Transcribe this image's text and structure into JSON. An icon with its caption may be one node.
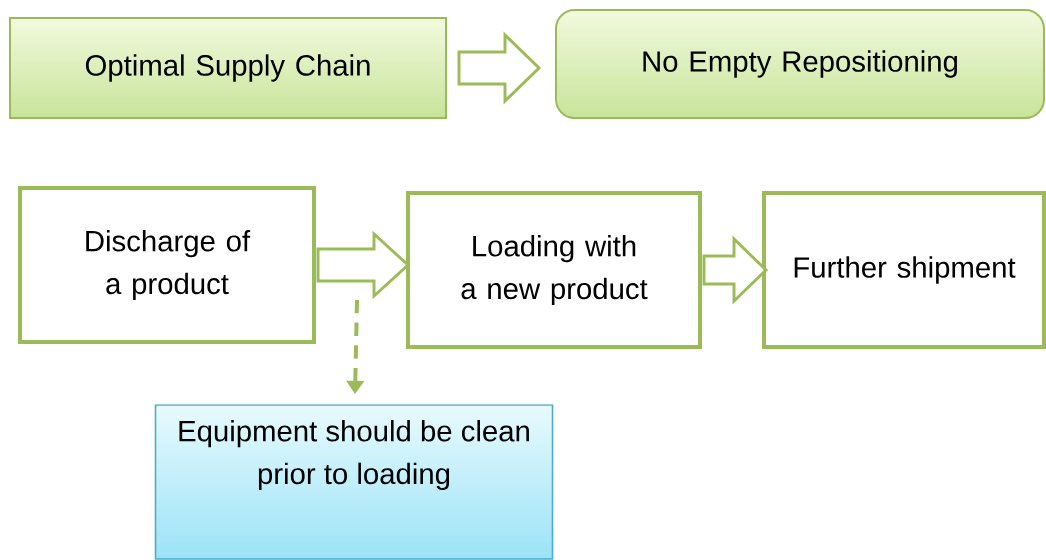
{
  "diagram": {
    "nodes": [
      {
        "text": [
          "Optimal Supply Chain"
        ]
      },
      {
        "text": [
          "No Empty Repositioning"
        ]
      },
      {
        "text": [
          "Discharge of a product"
        ]
      },
      {
        "text": [
          "Loading with a new product"
        ]
      },
      {
        "text": [
          "Further shipment"
        ]
      },
      {
        "text": [
          "Equipment should be clean prior to loading"
        ]
      }
    ],
    "edges": [
      {
        "from": 0,
        "to": 1,
        "arrow": "to"
      },
      {
        "from": 2,
        "to": 3,
        "arrow": "to"
      },
      {
        "from": 3,
        "to": 4,
        "arrow": "to"
      },
      {
        "from": 2,
        "to": 5,
        "arrow": "to",
        "style": "dashed"
      }
    ]
  }
}
